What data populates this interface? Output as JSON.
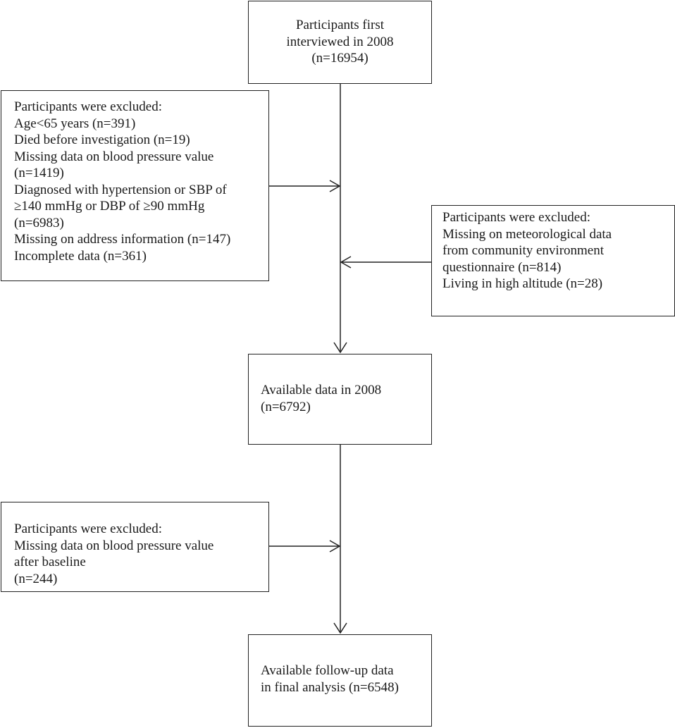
{
  "flowchart": {
    "start": {
      "lines": [
        "Participants first",
        "interviewed in 2008",
        "(n=16954)"
      ]
    },
    "exclusion_1": {
      "lines": [
        "Participants were excluded:",
        "Age<65 years (n=391)",
        "Died before investigation (n=19)",
        "Missing data on blood pressure value",
        "(n=1419)",
        "Diagnosed with hypertension or SBP of",
        "≥140 mmHg or DBP of ≥90 mmHg",
        "(n=6983)",
        "Missing on address information (n=147)",
        "Incomplete data (n=361)"
      ]
    },
    "exclusion_2": {
      "lines": [
        "Participants were excluded:",
        "Missing on meteorological data",
        "from community environment",
        "questionnaire (n=814)",
        "Living in high altitude (n=28)"
      ]
    },
    "available_2008": {
      "lines": [
        "Available data in 2008",
        "(n=6792)"
      ]
    },
    "exclusion_3": {
      "lines": [
        "Participants were excluded:",
        "Missing data on blood pressure value",
        "after baseline",
        "(n=244)"
      ]
    },
    "final": {
      "lines": [
        "Available follow-up data",
        "in final analysis (n=6548)"
      ]
    }
  }
}
